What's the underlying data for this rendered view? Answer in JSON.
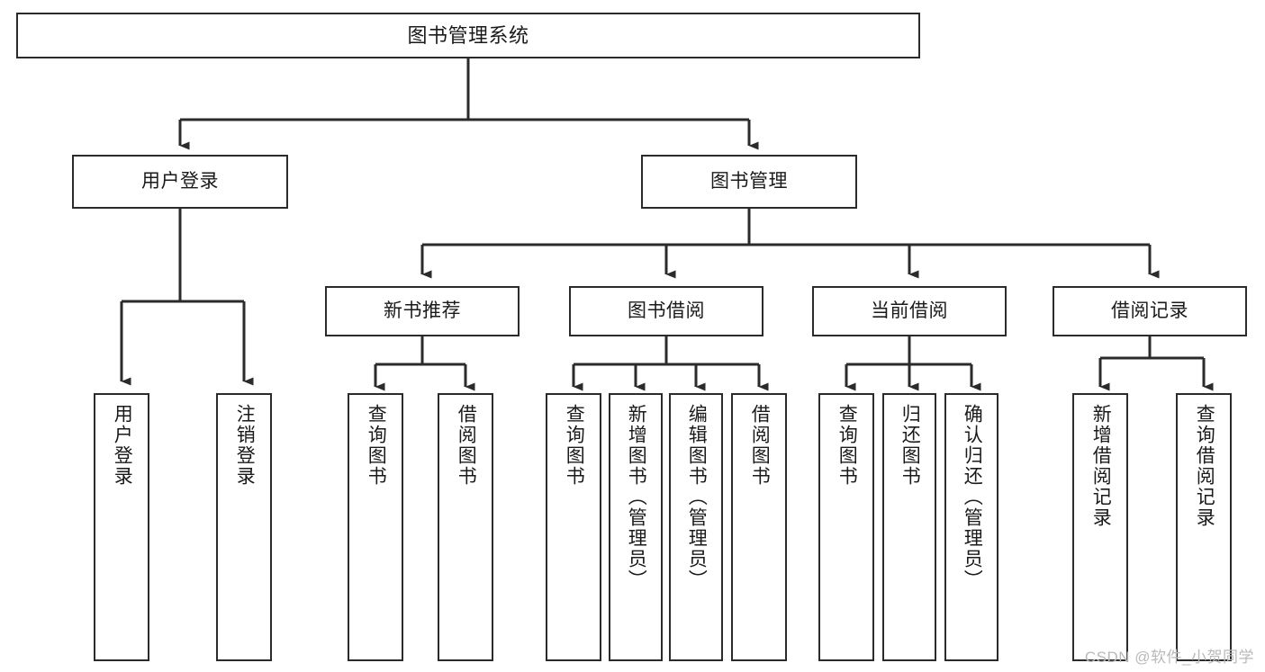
{
  "diagram": {
    "title": "图书管理系统",
    "type": "hierarchy-tree",
    "watermark": "CSDN @软件_小贺同学",
    "colors": {
      "background": "#ffffff",
      "box_border": "#2b2b2b",
      "box_fill": "#ffffff",
      "text": "#1a1a1a",
      "connector": "#2b2b2b",
      "watermark": "#b9b9b9"
    },
    "levels": {
      "root": {
        "label": "图书管理系统"
      },
      "level2": [
        {
          "id": "user-login",
          "label": "用户登录"
        },
        {
          "id": "book-management",
          "label": "图书管理"
        }
      ],
      "level3": [
        {
          "id": "new-book-recommend",
          "label": "新书推荐"
        },
        {
          "id": "book-borrow",
          "label": "图书借阅"
        },
        {
          "id": "current-borrow",
          "label": "当前借阅"
        },
        {
          "id": "borrow-record",
          "label": "借阅记录"
        }
      ],
      "leaves": {
        "user_login": [
          {
            "id": "leaf-user-login",
            "label": "用户登录"
          },
          {
            "id": "leaf-logout-login",
            "label": "注销登录"
          }
        ],
        "new_book_recommend": [
          {
            "id": "leaf-query-book-1",
            "label": "查询图书"
          },
          {
            "id": "leaf-borrow-book-1",
            "label": "借阅图书"
          }
        ],
        "book_borrow": [
          {
            "id": "leaf-query-book-2",
            "label": "查询图书"
          },
          {
            "id": "leaf-add-book",
            "label": "新增图书（管理员）"
          },
          {
            "id": "leaf-edit-book",
            "label": "编辑图书（管理员）"
          },
          {
            "id": "leaf-borrow-book-2",
            "label": "借阅图书"
          }
        ],
        "current_borrow": [
          {
            "id": "leaf-query-book-3",
            "label": "查询图书"
          },
          {
            "id": "leaf-return-book",
            "label": "归还图书"
          },
          {
            "id": "leaf-confirm-return",
            "label": "确认归还（管理员）"
          }
        ],
        "borrow_record": [
          {
            "id": "leaf-add-record",
            "label": "新增借阅记录"
          },
          {
            "id": "leaf-query-record",
            "label": "查询借阅记录"
          }
        ]
      }
    }
  }
}
